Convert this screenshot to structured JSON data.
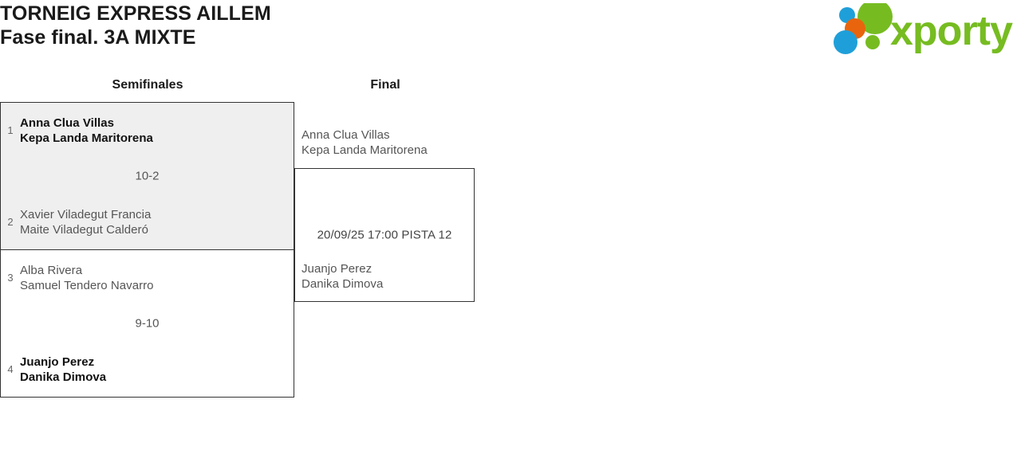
{
  "header": {
    "title_line1": "TORNEIG EXPRESS AILLEM",
    "title_line2": "Fase final. 3A MIXTE",
    "logo_text": "xporty",
    "logo_colors": {
      "green": "#76bc21",
      "blue": "#1f9fd9",
      "orange": "#e8650d"
    }
  },
  "bracket": {
    "rounds": [
      {
        "id": "semifinals",
        "label": "Semifinales"
      },
      {
        "id": "final",
        "label": "Final"
      }
    ],
    "semifinals": [
      {
        "seed_top": "1",
        "top_line1": "Anna Clua Villas",
        "top_line2": "Kepa Landa Maritorena",
        "seed_bottom": "2",
        "bottom_line1": "Xavier Viladegut Francia",
        "bottom_line2": "Maite Viladegut Calderó",
        "score": "10-2",
        "winner": "top"
      },
      {
        "seed_top": "3",
        "top_line1": "Alba Rivera",
        "top_line2": "Samuel Tendero Navarro",
        "seed_bottom": "4",
        "bottom_line1": "Juanjo Perez",
        "bottom_line2": "Danika Dimova",
        "score": "9-10",
        "winner": "bottom"
      }
    ],
    "final": {
      "top_line1": "Anna Clua Villas",
      "top_line2": "Kepa Landa Maritorena",
      "bottom_line1": "Juanjo Perez",
      "bottom_line2": "Danika Dimova",
      "info": "20/09/25 17:00 PISTA 12"
    }
  }
}
